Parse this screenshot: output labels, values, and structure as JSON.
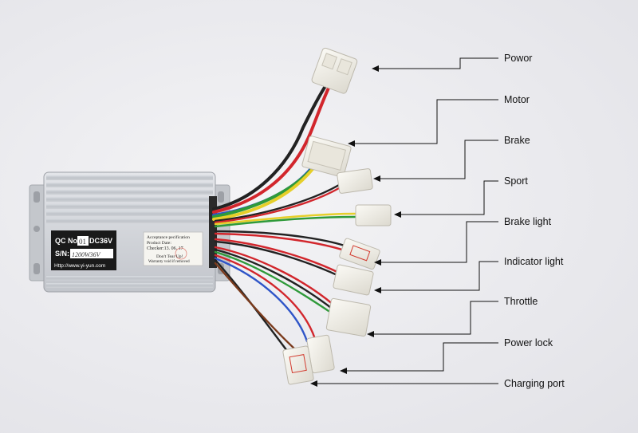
{
  "labels": [
    {
      "text": "Powor"
    },
    {
      "text": "Motor"
    },
    {
      "text": "Brake"
    },
    {
      "text": "Sport"
    },
    {
      "text": "Brake light"
    },
    {
      "text": "Indicator light"
    },
    {
      "text": "Throttle"
    },
    {
      "text": "Power lock"
    },
    {
      "text": "Charging port"
    }
  ],
  "controller": {
    "qc_prefix": "QC No:",
    "qc_handwritten": "01",
    "voltage": "DC36V",
    "sn_prefix": "S/N:",
    "sn_handwritten": "1200W36V",
    "website": "Http://www.yi-yun.com",
    "accept_title": "Acceptance pecification",
    "accept_date": "Product Date:",
    "accept_checker": "Checker:13. 06. 17",
    "warn_1": "Don't Tear Up!",
    "warn_2": "Warranty void if removed"
  },
  "colors": {
    "background": "#e9e9ed",
    "housing": "#c9ccd2",
    "label_black": "#1a1a1a",
    "connector": "#f3f1ea",
    "wire_red": "#d2262c",
    "wire_black": "#222222",
    "wire_yellow": "#e6cf2a",
    "wire_blue": "#2f55c8",
    "wire_green": "#2f9a3a",
    "wire_brown": "#7a3a1c",
    "stamp_red": "#d23a2e"
  }
}
